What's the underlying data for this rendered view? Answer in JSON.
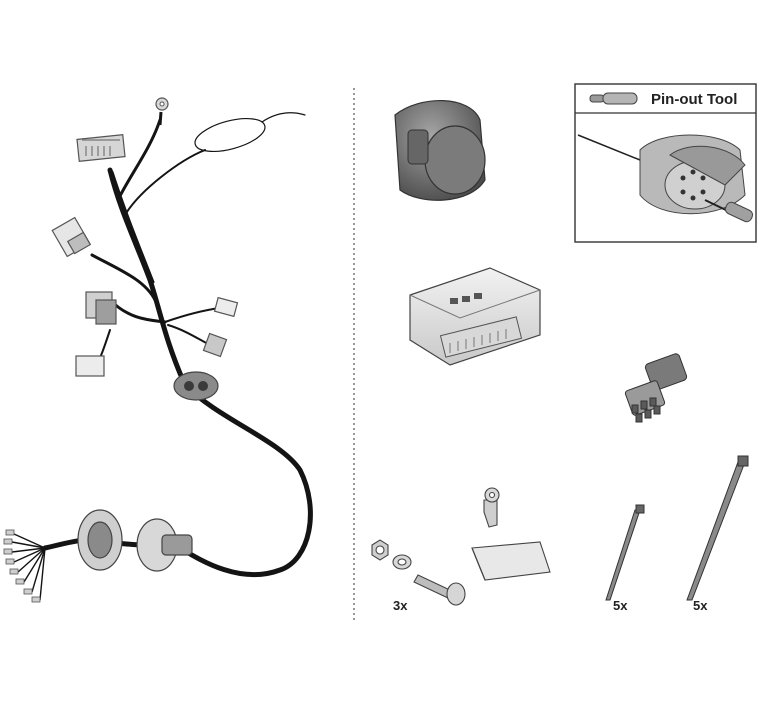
{
  "pinout_box": {
    "title": "Pin-out Tool"
  },
  "quantities": {
    "bolts": "3x",
    "small_ties": "5x",
    "large_ties": "5x"
  },
  "colors": {
    "cable": "#141414",
    "part": "#8a8a8a",
    "part_light": "#d8d8d8",
    "frame": "#333333"
  }
}
